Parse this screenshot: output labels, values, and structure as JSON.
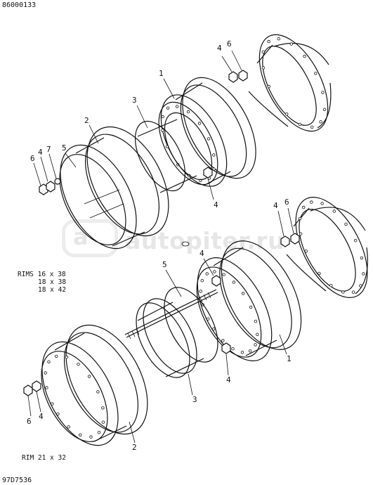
{
  "header": {
    "drawing_number": "86000133"
  },
  "footer": {
    "drawing_number": "97D7536"
  },
  "watermark": {
    "text": "autopiter.ru",
    "badge": "a"
  },
  "upper_assembly": {
    "callouts": [
      "1",
      "2",
      "3",
      "4",
      "4",
      "4",
      "5",
      "6",
      "6",
      "7"
    ]
  },
  "lower_assembly": {
    "callouts": [
      "1",
      "2",
      "3",
      "4",
      "4",
      "4",
      "4",
      "5",
      "6",
      "6"
    ]
  },
  "notes": {
    "rims_line1": "RIMS 16 x 38",
    "rims_line2": "18 x 38",
    "rims_line3": "18 x 42",
    "rim_single": "RIM 21 x 32"
  },
  "colors": {
    "line": "#111111",
    "watermark": "#e6e6e6",
    "background": "#ffffff"
  }
}
